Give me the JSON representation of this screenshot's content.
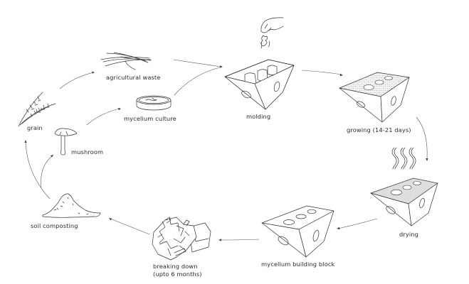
{
  "diagram": {
    "type": "cycle",
    "title": "",
    "stages": [
      {
        "id": "grain",
        "label": "grain",
        "icon": "grain-icon"
      },
      {
        "id": "agricultural-waste",
        "label": "agricultural waste",
        "icon": "agricultural-waste-icon"
      },
      {
        "id": "mycelium-culture",
        "label": "mycelium culture",
        "icon": "petri-dish-icon"
      },
      {
        "id": "mushroom",
        "label": "mushroom",
        "icon": "mushroom-icon"
      },
      {
        "id": "molding",
        "label": "molding",
        "icon": "mold-box-icon"
      },
      {
        "id": "growing",
        "label": "growing (14-21 days)",
        "icon": "growing-block-icon"
      },
      {
        "id": "drying",
        "label": "drying",
        "icon": "drying-block-icon"
      },
      {
        "id": "building-block",
        "label": "mycelium building block",
        "icon": "building-block-icon"
      },
      {
        "id": "breaking-down",
        "label_line1": "breaking down",
        "label_line2": "(upto 6 months)",
        "icon": "broken-block-icon"
      },
      {
        "id": "soil-composting",
        "label": "soil composting",
        "icon": "soil-pile-icon"
      }
    ],
    "flows": [
      {
        "from": "grain",
        "to": "agricultural-waste"
      },
      {
        "from": "agricultural-waste",
        "to": "molding"
      },
      {
        "from": "mushroom",
        "to": "mycelium-culture"
      },
      {
        "from": "mycelium-culture",
        "to": "molding"
      },
      {
        "from": "molding",
        "to": "growing"
      },
      {
        "from": "growing",
        "to": "drying"
      },
      {
        "from": "drying",
        "to": "building-block"
      },
      {
        "from": "building-block",
        "to": "breaking-down"
      },
      {
        "from": "breaking-down",
        "to": "soil-composting"
      },
      {
        "from": "soil-composting",
        "to": "grain"
      },
      {
        "from": "soil-composting",
        "to": "mushroom"
      }
    ]
  }
}
